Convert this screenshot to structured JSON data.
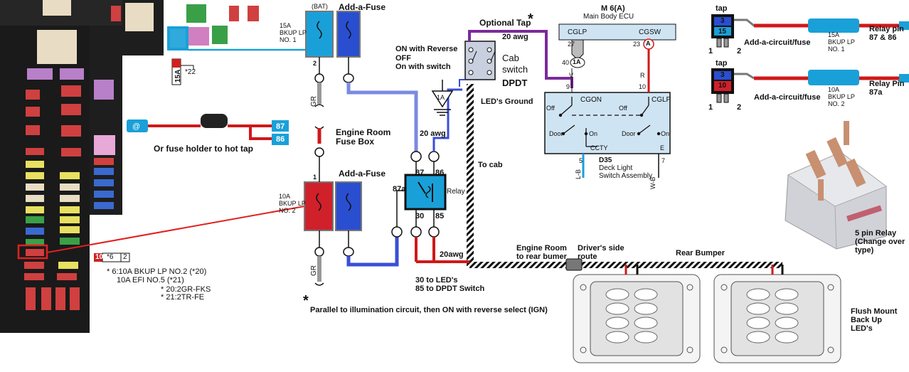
{
  "colors": {
    "fuse_blue": "#2a4ed0",
    "fuse_red": "#d0202a",
    "fuse_cyan": "#1aa0d8",
    "wire_red": "#d01818",
    "wire_blue": "#3a4ed8",
    "wire_purple": "#7a2a9a",
    "ecu_fill": "#cfe4f3"
  },
  "fusebox": {
    "call_15a": "15A",
    "call_22": "*22",
    "call_10a": "10",
    "call_6": "*6",
    "call_2": "2"
  },
  "notes": {
    "hot_tap": "Or fuse holder to hot tap",
    "pin87": "87",
    "pin86": "86",
    "fuse_note_1": "* 6:10A BKUP LP NO.2 (*20)",
    "fuse_note_2": "10A EFI NO.5 (*21)",
    "fuse_note_3": "* 20:2GR-FKS",
    "fuse_note_4": "* 21:2TR-FE",
    "parallel_star": "*",
    "parallel": "Parallel to illumination circuit, then ON with reverse select (IGN)"
  },
  "fuses": {
    "bat": "(BAT)",
    "add_a_fuse_1": "Add-a-Fuse",
    "fuse1_label": "15A\nBKUP LP\nNO. 1",
    "fuse2_label": "10A\nBKUP LP\nNO. 2",
    "add_a_fuse_2": "Add-a-Fuse",
    "engine_room_fuse_box": "Engine Room\nFuse Box",
    "term_2": "2",
    "term_1": "1",
    "gr": "GR"
  },
  "relay": {
    "title": "Relay",
    "awg_top": "20 awg",
    "pin87": "87",
    "pin86": "86",
    "pin87a": "87a",
    "pin30": "30",
    "pin85": "85",
    "awg_bottom": "20awg",
    "note": "30 to LED's\n85 to DPDT Switch",
    "gnd": "1A"
  },
  "switch": {
    "optional_tap": "Optional Tap",
    "star": "*",
    "awg": "20 awg",
    "modes": "ON with Reverse\nOFF\nOn with switch",
    "cab_switch": "Cab\nswitch",
    "dpdt": "DPDT",
    "leds_ground": "LED's Ground",
    "to_cab": "To cab"
  },
  "ecu": {
    "title": "M 6(A)",
    "subtitle": "Main Body ECU",
    "cglp_top": "CGLP",
    "cgsw": "CGSW",
    "pin27": "27",
    "pin23": "23",
    "pin40": "40",
    "conn_1a": "1A",
    "conn_a": "A",
    "wire_v": "V",
    "wire_r": "R",
    "pin9": "9",
    "pin10": "10",
    "cgon": "CGON",
    "cglp": "CGLP",
    "off1": "Off",
    "off2": "Off",
    "door1": "Door",
    "on1": "On",
    "door2": "Door",
    "on2": "On",
    "cctv": "CCTY",
    "e": "E",
    "pin5": "5",
    "pin7": "7",
    "wire_lb": "L-B",
    "wire_wb": "W-B",
    "d35": "D35",
    "deck_light": "Deck Light\nSwitch Assembly"
  },
  "routing": {
    "engine_room_to_rear": "Engine Room\nto rear bumer",
    "drivers_side": "Driver's side\nroute",
    "rear_bumper": "Rear Bumper"
  },
  "taps": {
    "tap1": "tap",
    "tap2": "tap",
    "tap1_top": "3",
    "tap1_bottom": "15",
    "tap2_top": "3",
    "tap2_bottom": "10",
    "pin1a": "1",
    "pin2a": "2",
    "pin1b": "1",
    "pin2b": "2",
    "add_circuit_1": "Add-a-circuit/fuse",
    "add_circuit_2": "Add-a-circuit/fuse",
    "fuse1": "15A\nBKUP LP\nNO. 1",
    "fuse2": "10A\nBKUP LP\nNO. 2",
    "relay_pin_1": "Relay pin\n87 & 86",
    "relay_pin_2": "Relay Pin\n87a"
  },
  "relay_photo": {
    "caption": "5 pin Relay\n(Change over\ntype)"
  },
  "leds": {
    "caption": "Flush Mount\nBack Up\nLED's"
  }
}
